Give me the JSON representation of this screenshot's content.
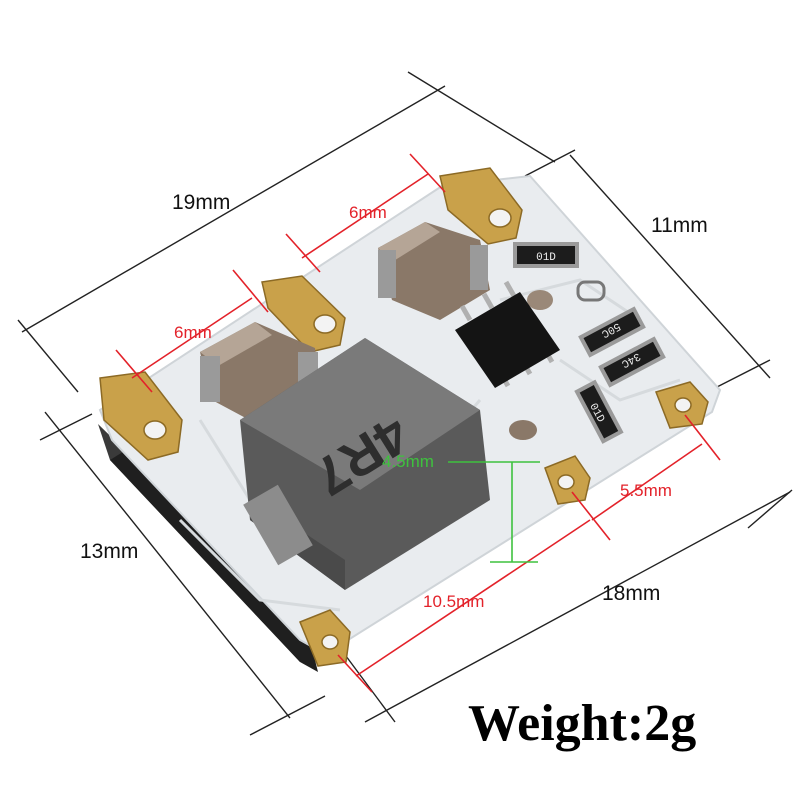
{
  "dimensions": {
    "top_length": "19mm",
    "top_width": "11mm",
    "left_height": "13mm",
    "bottom_length": "18mm",
    "pad_gap_upper": "6mm",
    "pad_gap_lower": "6mm",
    "component_height": "4.5mm",
    "bottom_hole_span": "10.5mm",
    "bottom_hole_offset": "5.5mm"
  },
  "component_markings": {
    "inductor": "4R7",
    "resistor_1": "01D",
    "resistor_2": "50C",
    "resistor_3": "34C",
    "resistor_4": "01D"
  },
  "weight_label": "Weight:2g",
  "colors": {
    "dimension_line": "#222222",
    "red_measure": "#e3222a",
    "green_measure": "#3ec23e",
    "board": "#e9ecef",
    "gold_pad": "#c9a14a",
    "inductor": "#6e6e6e"
  }
}
